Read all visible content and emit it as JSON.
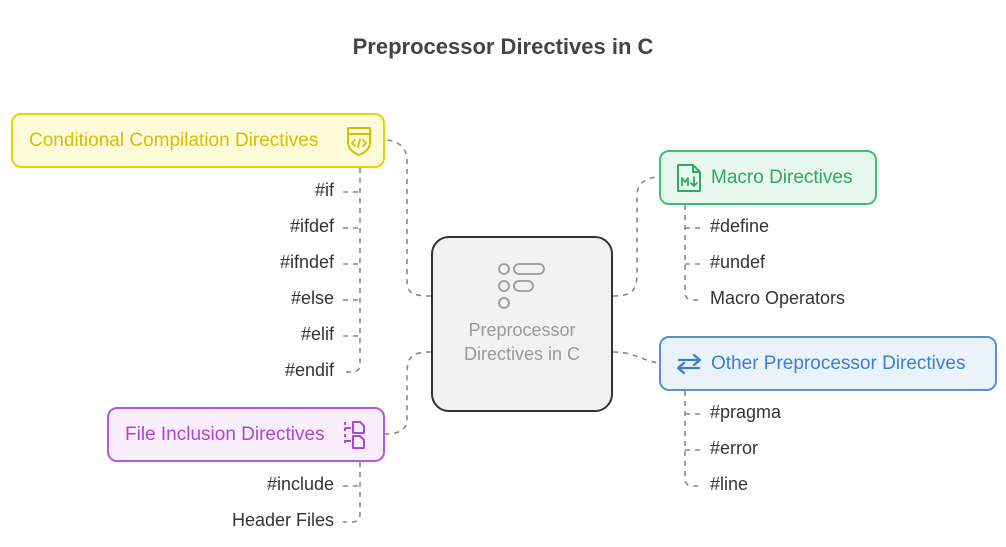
{
  "title": "Preprocessor Directives in C",
  "center": {
    "label": "Preprocessor Directives in C",
    "icon": "list-icon"
  },
  "branches": {
    "conditional": {
      "label": "Conditional Compilation Directives",
      "icon": "code-shield-icon",
      "color": "#d4bf00",
      "items": [
        "#if",
        "#ifdef",
        "#ifndef",
        "#else",
        "#elif",
        "#endif"
      ]
    },
    "file_inclusion": {
      "label": "File Inclusion Directives",
      "icon": "files-icon",
      "color": "#b045d3",
      "items": [
        "#include",
        "Header Files"
      ]
    },
    "macro": {
      "label": "Macro Directives",
      "icon": "markdown-icon",
      "color": "#2fa862",
      "items": [
        "#define",
        "#undef",
        "Macro Operators"
      ]
    },
    "other": {
      "label": "Other Preprocessor Directives",
      "icon": "arrows-exchange-icon",
      "color": "#3f7dd0",
      "items": [
        "#pragma",
        "#error",
        "#line"
      ]
    }
  }
}
